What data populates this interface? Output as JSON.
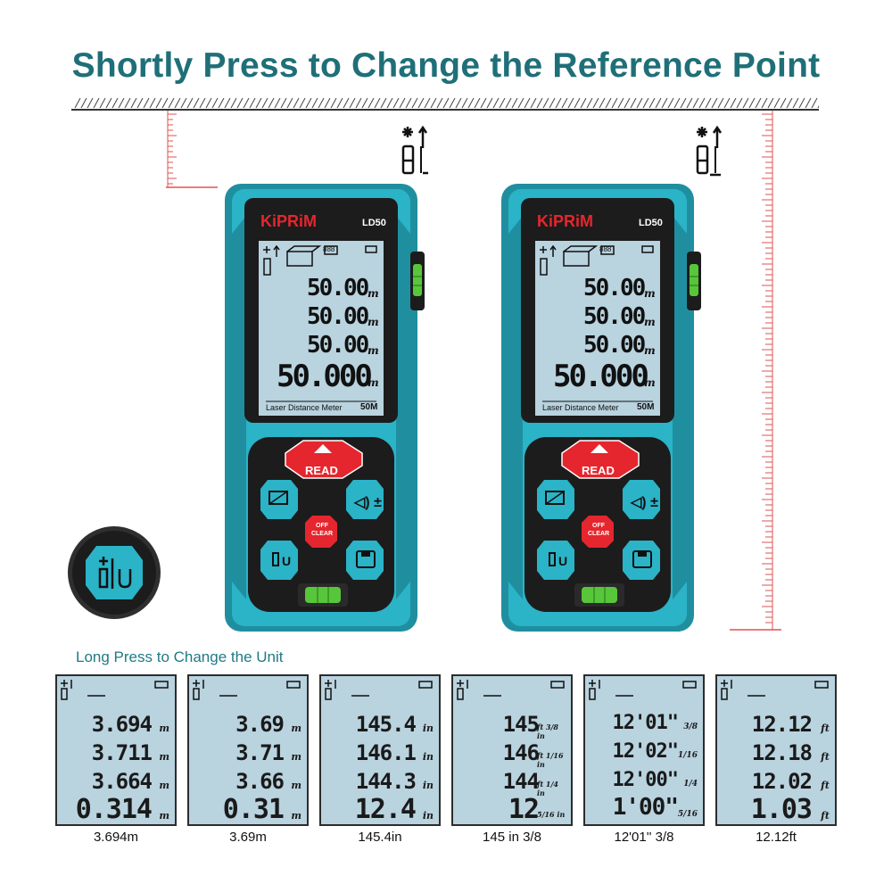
{
  "title": "Shortly Press to Change the Reference Point",
  "subtitle": "Long Press to Change the Unit",
  "device": {
    "brand": "KiPRiM",
    "model": "LD50",
    "screen_label": "Laser Distance Meter",
    "range": "50M",
    "readings": [
      "50.00",
      "50.00",
      "50.00",
      "50.000"
    ],
    "unit": "m",
    "battery": "888",
    "buttons": {
      "read": "READ",
      "off_line1": "OFF",
      "off_line2": "CLEAR"
    }
  },
  "panels": [
    {
      "readings": [
        "3.694",
        "3.711",
        "3.664",
        "0.314"
      ],
      "units": [
        "m",
        "m",
        "m",
        "m"
      ],
      "caption": "3.694m"
    },
    {
      "readings": [
        "3.69",
        "3.71",
        "3.66",
        "0.31"
      ],
      "units": [
        "m",
        "m",
        "m",
        "m"
      ],
      "caption": "3.69m"
    },
    {
      "readings": [
        "145.4",
        "146.1",
        "144.3",
        "12.4"
      ],
      "units": [
        "in",
        "in",
        "in",
        "in"
      ],
      "caption": "145.4in"
    },
    {
      "readings": [
        "145",
        "146",
        "144",
        "12"
      ],
      "units": [
        "ft 3/8 in",
        "ft 1/16 in",
        "ft 1/4 in",
        "5/16 in"
      ],
      "caption": "145 in 3/8"
    },
    {
      "readings": [
        "12'01\"",
        "12'02\"",
        "12'00\"",
        "1'00\""
      ],
      "units": [
        "3/8",
        "1/16",
        "1/4",
        "5/16"
      ],
      "caption": "12'01'' 3/8"
    },
    {
      "readings": [
        "12.12",
        "12.18",
        "12.02",
        "1.03"
      ],
      "units": [
        "ft",
        "ft",
        "ft",
        "ft"
      ],
      "caption": "12.12ft"
    }
  ],
  "icons": [
    "reference-point-icon",
    "area-volume-icon",
    "volume-plus-minus-icon",
    "reference-unit-icon",
    "save-memory-icon",
    "bubble-level-icon",
    "battery-icon"
  ],
  "colors": {
    "title": "#1f6f78",
    "teal": "#27a0b3",
    "dark": "#1c1c1c",
    "red": "#e5262e",
    "lcd": "#b9d3df",
    "ruler": "#e05050"
  }
}
